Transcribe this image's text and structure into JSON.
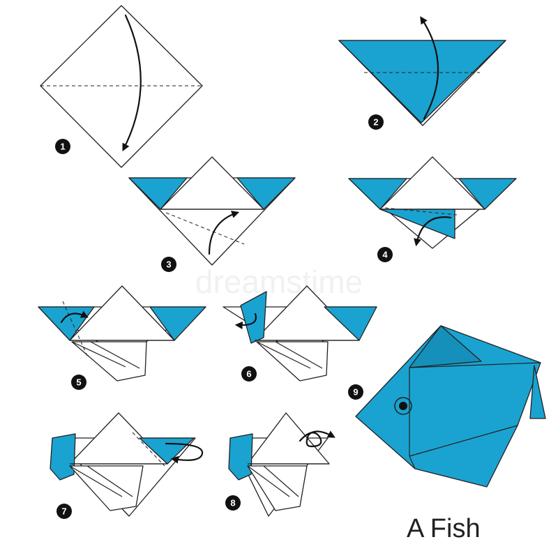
{
  "title": "A Fish",
  "watermark": "dreamstime",
  "step_numbers": [
    "1",
    "2",
    "3",
    "4",
    "5",
    "6",
    "7",
    "8",
    "9"
  ],
  "colors": {
    "paper_blue": "#1aa3d0",
    "paper_white": "#ffffff",
    "line": "#231f20"
  }
}
